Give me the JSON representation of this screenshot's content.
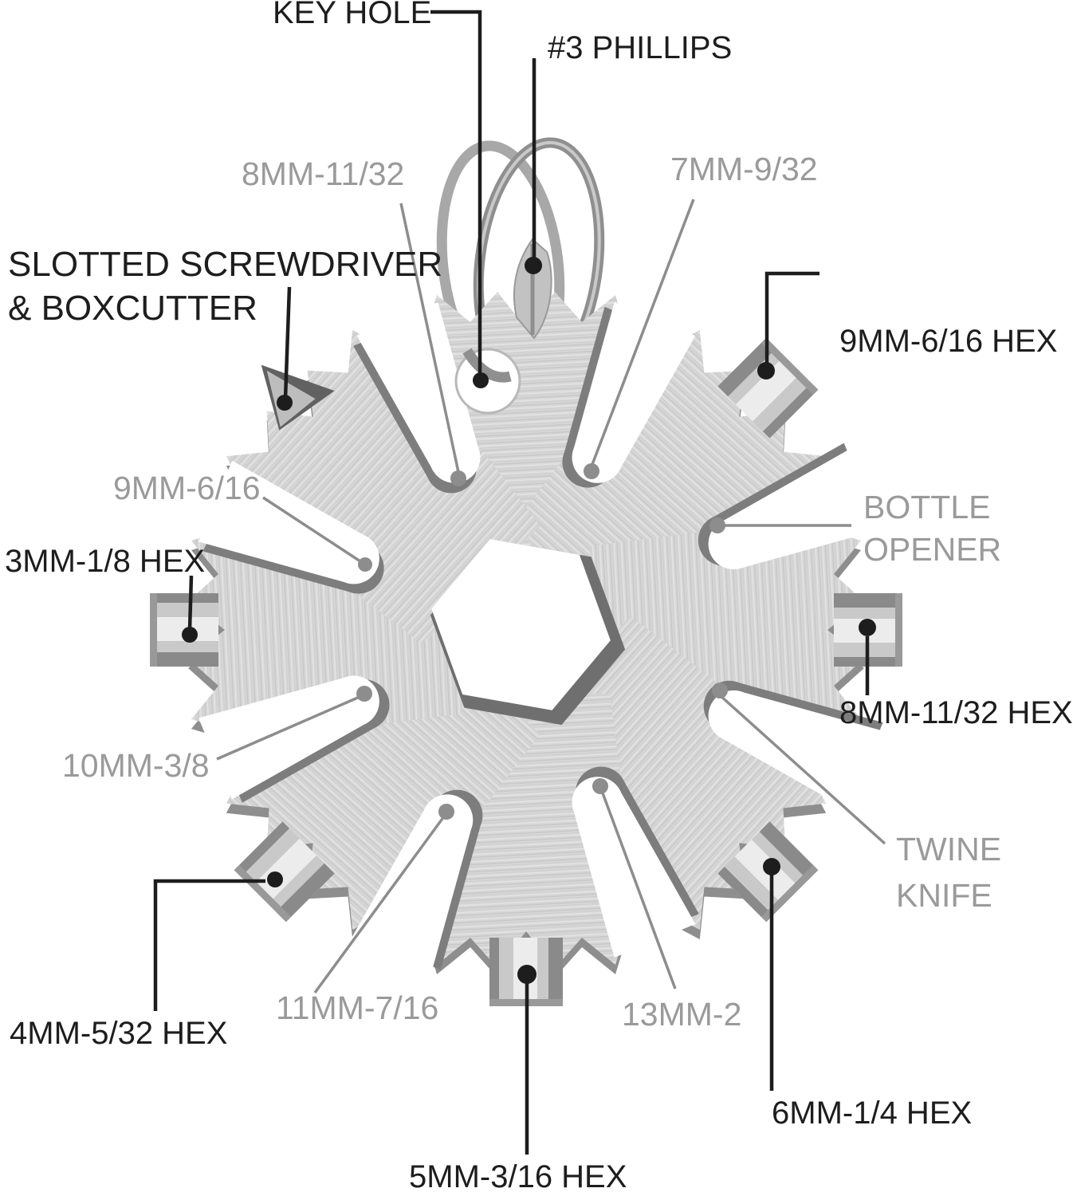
{
  "colors": {
    "label_dark": "#1d1d1d",
    "label_gray": "#9a9a9a",
    "leader_dark": "#1d1d1d",
    "leader_gray": "#8d8d8d",
    "metal_light": "#d8d8d8",
    "metal_dark": "#7d7d7d",
    "bg": "#ffffff"
  },
  "callouts": {
    "key_hole": {
      "label": "KEY HOLE",
      "tone": "dark"
    },
    "phillips": {
      "label": "#3 PHILLIPS",
      "tone": "dark"
    },
    "socket_8mm": {
      "label": "8MM-11/32",
      "tone": "gray"
    },
    "socket_7mm": {
      "label": "7MM-9/32",
      "tone": "gray"
    },
    "slotted": {
      "label_line1": "SLOTTED SCREWDRIVER",
      "label_line2": "& BOXCUTTER",
      "tone": "dark"
    },
    "hex_9mm": {
      "label": "9MM-6/16 HEX",
      "tone": "dark"
    },
    "socket_9mm": {
      "label": "9MM-6/16",
      "tone": "gray"
    },
    "bottle_opener": {
      "label_line1": "BOTTLE",
      "label_line2": "OPENER",
      "tone": "gray"
    },
    "hex_3mm": {
      "label": "3MM-1/8 HEX",
      "tone": "dark"
    },
    "hex_8mm": {
      "label": "8MM-11/32 HEX",
      "tone": "dark"
    },
    "socket_10mm": {
      "label": "10MM-3/8",
      "tone": "gray"
    },
    "twine_knife": {
      "label_line1": "TWINE",
      "label_line2": "KNIFE",
      "tone": "gray"
    },
    "hex_4mm": {
      "label": "4MM-5/32 HEX",
      "tone": "dark"
    },
    "socket_11mm": {
      "label": "11MM-7/16",
      "tone": "gray"
    },
    "socket_13mm": {
      "label": "13MM-2",
      "tone": "gray"
    },
    "hex_6mm": {
      "label": "6MM-1/4 HEX",
      "tone": "dark"
    },
    "hex_5mm": {
      "label": "5MM-3/16 HEX",
      "tone": "dark"
    }
  }
}
